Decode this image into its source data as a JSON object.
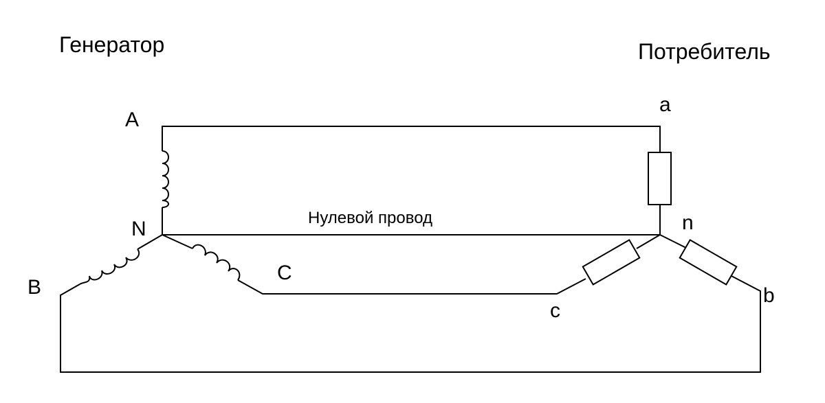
{
  "labels": {
    "generator": "Генератор",
    "consumer": "Потребитель",
    "neutral_wire": "Нулевой провод",
    "node_A": "A",
    "node_B": "B",
    "node_C": "C",
    "node_N": "N",
    "node_a": "a",
    "node_b": "b",
    "node_c": "c",
    "node_n": "n"
  },
  "colors": {
    "line": "#000000",
    "background": "#ffffff"
  }
}
